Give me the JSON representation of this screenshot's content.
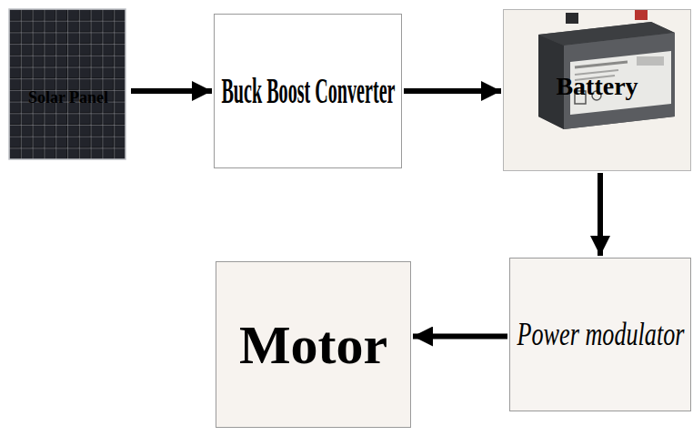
{
  "diagram": {
    "nodes": [
      {
        "text": [
          "Solar Panel"
        ]
      },
      {
        "text": [
          "Buck Boost Converter"
        ]
      },
      {
        "text": [
          "Battery"
        ]
      },
      {
        "text": [
          "Power modulator"
        ]
      },
      {
        "text": [
          "Motor"
        ]
      }
    ],
    "edges": [
      {
        "from": 0,
        "to": 1,
        "arrow": "to"
      },
      {
        "from": 1,
        "to": 2,
        "arrow": "to"
      },
      {
        "from": 2,
        "to": 3,
        "arrow": "to"
      },
      {
        "from": 3,
        "to": 4,
        "arrow": "to"
      }
    ]
  }
}
